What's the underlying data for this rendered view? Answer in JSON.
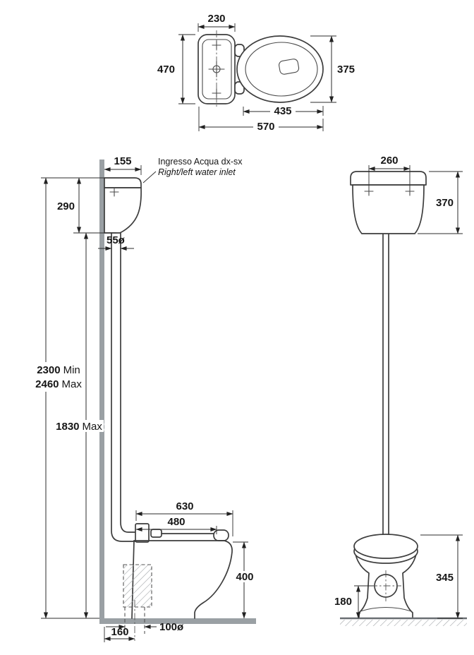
{
  "colors": {
    "accent_blue": "#2b9fd8",
    "line_dark": "#3d3d3d",
    "concrete_gray": "#9aa0a4"
  },
  "top_view": {
    "tank_depth": "230",
    "tank_width": "470",
    "seat_width": "375",
    "seat_length": "435",
    "total_length": "570"
  },
  "side_view": {
    "cistern_depth": "155",
    "water_inlet_note_italian": "Ingresso Acqua dx-sx",
    "water_inlet_note_english": "Right/left water inlet",
    "cistern_height": "290",
    "flush_pipe_diameter": "55ø",
    "install_height_min_value": "2300",
    "install_height_min_unit": "Min",
    "install_height_max_value": "2460",
    "install_height_max_unit": "Max",
    "pipe_length_value": "1830",
    "pipe_length_unit": "Max",
    "total_depth": "630",
    "bowl_depth": "480",
    "bowl_height": "400",
    "outlet_diameter": "100ø",
    "outlet_distance_from_wall": "160"
  },
  "front_view": {
    "cistern_width": "260",
    "cistern_height": "370",
    "bowl_height": "345",
    "outlet_height": "180"
  }
}
